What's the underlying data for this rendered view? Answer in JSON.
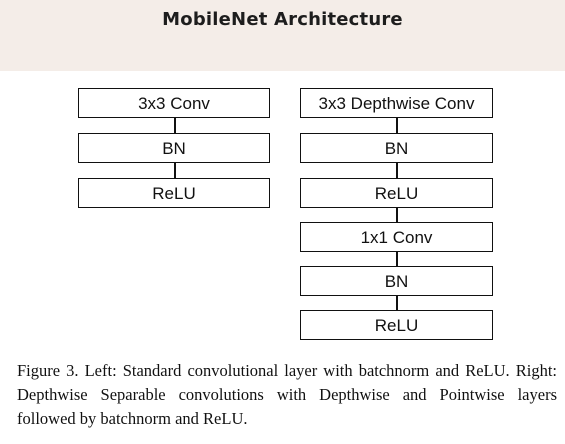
{
  "header": {
    "title": "MobileNet Architecture",
    "background": "#f4ede8"
  },
  "diagram": {
    "left_stack": [
      "3x3 Conv",
      "BN",
      "ReLU"
    ],
    "right_stack": [
      "3x3 Depthwise Conv",
      "BN",
      "ReLU",
      "1x1 Conv",
      "BN",
      "ReLU"
    ]
  },
  "caption": "Figure 3. Left: Standard convolutional layer with batchnorm and ReLU. Right: Depthwise Separable convolutions with Depthwise and Pointwise layers followed by batchnorm and ReLU."
}
